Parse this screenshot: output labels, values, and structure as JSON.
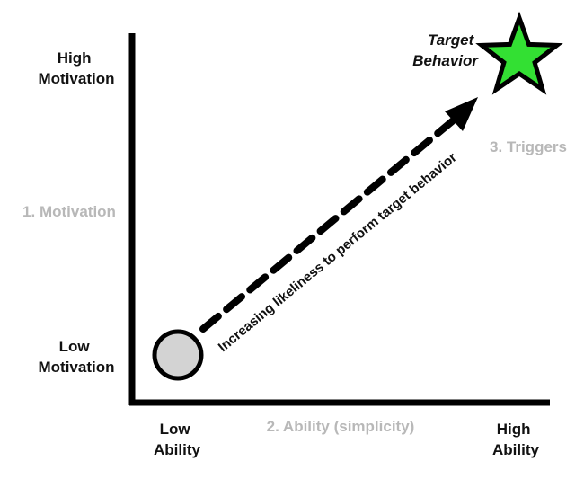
{
  "y_axis": {
    "high_label": [
      "High",
      "Motivation"
    ],
    "low_label": [
      "Low",
      "Motivation"
    ],
    "title": "1. Motivation"
  },
  "x_axis": {
    "low_label": [
      "Low",
      "Ability"
    ],
    "high_label": [
      "High",
      "Ability"
    ],
    "title": "2. Ability (simplicity)"
  },
  "triggers_label": "3. Triggers",
  "target": {
    "label": [
      "Target",
      "Behavior"
    ],
    "star_color": "#33e033"
  },
  "start_circle_color": "#d3d3d3",
  "arrow_label": "Increasing likeliness to perform target behavior"
}
